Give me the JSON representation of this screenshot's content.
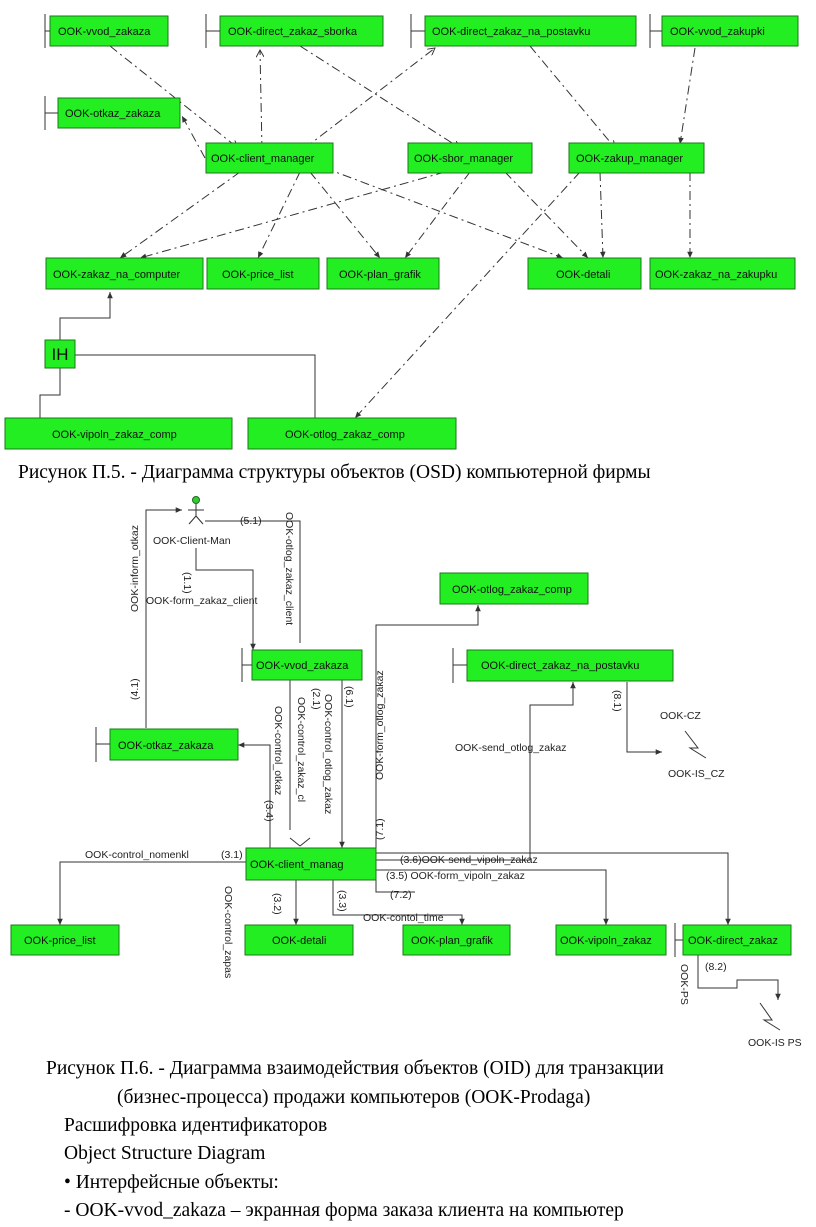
{
  "osd": {
    "objects": {
      "vvod_zakaza": "OOK-vvod_zakaza",
      "direct_sborka": "OOK-direct_zakaz_sborka",
      "direct_postavku": "OOK-direct_zakaz_na_postavku",
      "vvod_zakupki": "OOK-vvod_zakupki",
      "otkaz_zakaza": "OOK-otkaz_zakaza",
      "client_manager": "OOK-client_manager",
      "sbor_manager": "OOK-sbor_manager",
      "zakup_manager": "OOK-zakup_manager",
      "zakaz_na_computer": "OOK-zakaz_na_computer",
      "price_list": "OOK-price_list",
      "plan_grafik": "OOK-plan_grafik",
      "detali": "OOK-detali",
      "zakaz_na_zakupku": "OOK-zakaz_na_zakupku",
      "ih": "IH",
      "vipoln_zakaz_comp": "OOK-vipoln_zakaz_comp",
      "otlog_zakaz_comp": "OOK-otlog_zakaz_comp"
    },
    "caption": "Рисунок П.5. - Диаграмма структуры объектов (OSD) компьютерной фирмы"
  },
  "oid": {
    "objects": {
      "client_man": "OOK-Client-Man",
      "otlog_zakaz_comp": "OOK-otlog_zakaz_comp",
      "vvod_zakaza": "OOK-vvod_zakaza",
      "direct_postavku": "OOK-direct_zakaz_na_postavku",
      "otkaz_zakaza": "OOK-otkaz_zakaza",
      "client_manag": "OOK-client_manag",
      "price_list": "OOK-price_list",
      "detali": "OOK-detali",
      "plan_grafik": "OOK-plan_grafik",
      "vipoln_zakaz": "OOK-vipoln_zakaz",
      "direct_zakaz": "OOK-direct_zakaz",
      "is_cz": "OOK-IS_CZ",
      "is_ps": "OOK-IS PS"
    },
    "labels": {
      "l51": "(5.1)",
      "otlog_client": "OOK-otlog_zakaz_client",
      "l11": "(1.1)",
      "form_zakaz_client": "OOK-form_zakaz_client",
      "inform_otkaz": "OOK-inform_otkaz",
      "l41": "(4.1)",
      "l21": "(2.1)",
      "l61": "(6.1)",
      "control_otkaz": "OOK-control_otkaz",
      "control_zakaz_cl": "OOK-control_zakaz_cl",
      "l34": "(3.4)",
      "control_otlog": "OOK-control_otlog_zakaz",
      "form_otlog": "OOK-form_otlog_zakaz",
      "l71": "(7.1)",
      "send_otlog": "OOK-send_otlog_zakaz",
      "l81": "(8.1)",
      "cz": "OOK-CZ",
      "control_nomenkl": "OOK-control_nomenkl",
      "l31": "(3.1)",
      "send_vipoln": "(3.6)OOK-send_vipoln_zakaz",
      "form_vipoln": "(3.5) OOK-form_vipoln_zakaz",
      "l72": "(7.2)",
      "control_time": "OOK-contol_time",
      "control_zapas": "OOK-control_zapas",
      "l32": "(3.2)",
      "l33": "(3.3)",
      "l82": "(8.2)",
      "ps": "OOK-PS"
    },
    "caption_line1": "Рисунок П.6. - Диаграмма взаимодействия объектов (OID) для транзакции",
    "caption_line2": "(бизнес-процесса) продажи компьютеров (OOK-Prodaga)"
  },
  "text": {
    "line1": "Расшифровка идентификаторов",
    "line2": "Object Structure Diagram",
    "line3": "• Интерфейсные объекты:",
    "line4": "- OOK-vvod_zakaza – экранная форма заказа клиента на компьютер"
  }
}
